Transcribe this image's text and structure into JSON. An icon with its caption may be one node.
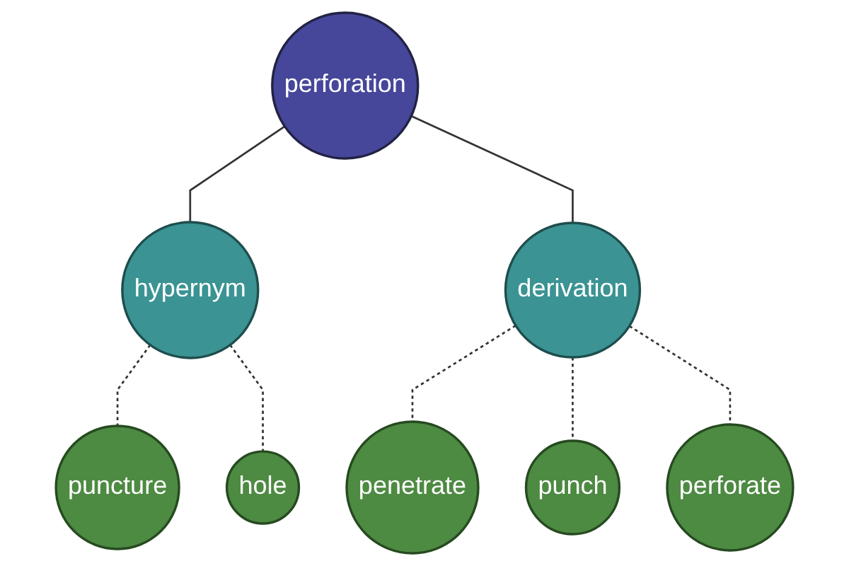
{
  "diagram": {
    "nodes": [
      {
        "text": [
          "perforation"
        ]
      },
      {
        "text": [
          "hypernym"
        ]
      },
      {
        "text": [
          "derivation"
        ]
      },
      {
        "text": [
          "puncture"
        ]
      },
      {
        "text": [
          "hole"
        ]
      },
      {
        "text": [
          "penetrate"
        ]
      },
      {
        "text": [
          "punch"
        ]
      },
      {
        "text": [
          "perforate"
        ]
      }
    ],
    "edges": [
      {
        "from": 0,
        "to": 1,
        "arrow": "none"
      },
      {
        "from": 0,
        "to": 2,
        "arrow": "none"
      },
      {
        "from": 1,
        "to": 3,
        "arrow": "none",
        "style": "dashed"
      },
      {
        "from": 1,
        "to": 4,
        "arrow": "none",
        "style": "dashed"
      },
      {
        "from": 2,
        "to": 5,
        "arrow": "none",
        "style": "dashed"
      },
      {
        "from": 2,
        "to": 6,
        "arrow": "none",
        "style": "dashed"
      },
      {
        "from": 2,
        "to": 7,
        "arrow": "none",
        "style": "dashed"
      }
    ]
  }
}
